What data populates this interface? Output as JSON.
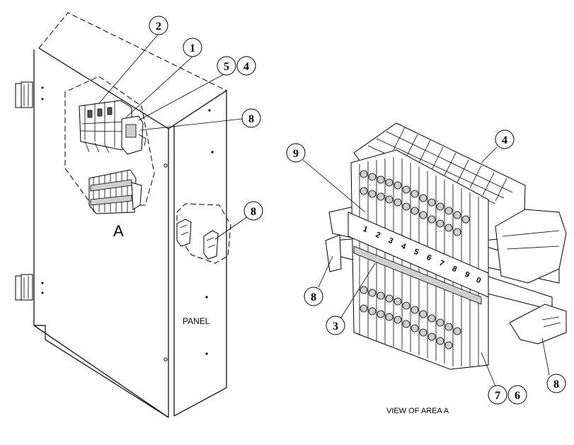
{
  "labels": {
    "area": "A",
    "panel": "PANEL",
    "view": "VIEW OF AREA A"
  },
  "callouts": {
    "left": [
      {
        "id": "c-l-2",
        "text": "2"
      },
      {
        "id": "c-l-1",
        "text": "1"
      },
      {
        "id": "c-l-5",
        "text": "5"
      },
      {
        "id": "c-l-4",
        "text": "4"
      },
      {
        "id": "c-l-8a",
        "text": "8"
      },
      {
        "id": "c-l-8b",
        "text": "8"
      }
    ],
    "right": [
      {
        "id": "c-r-9",
        "text": "9"
      },
      {
        "id": "c-r-4",
        "text": "4"
      },
      {
        "id": "c-r-8a",
        "text": "8"
      },
      {
        "id": "c-r-3",
        "text": "3"
      },
      {
        "id": "c-r-7",
        "text": "7"
      },
      {
        "id": "c-r-6",
        "text": "6"
      },
      {
        "id": "c-r-8b",
        "text": "8"
      }
    ]
  },
  "marker_digits": [
    "1",
    "2",
    "3",
    "4",
    "5",
    "6",
    "7",
    "8",
    "9",
    "0"
  ]
}
